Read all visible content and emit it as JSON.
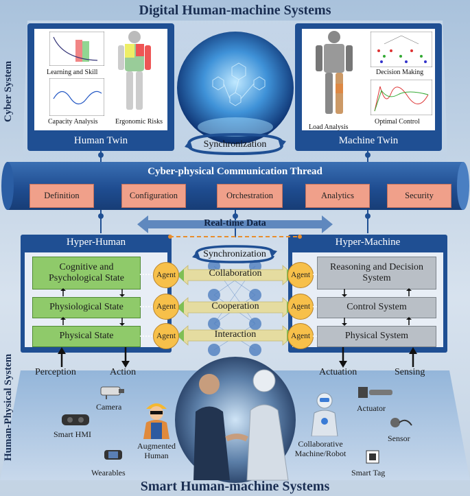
{
  "titles": {
    "top": "Digital Human-machine Systems",
    "bottom": "Smart Human-machine Systems",
    "cyber_system": "Cyber System",
    "human_physical_system": "Human-Physical System"
  },
  "human_twin": {
    "label": "Human Twin",
    "items": [
      "Learning and Skill",
      "Capacity Analysis",
      "Ergonomic Risks"
    ]
  },
  "machine_twin": {
    "label": "Machine Twin",
    "items": [
      "Load Analysis",
      "Decision Making",
      "Optimal Control"
    ]
  },
  "synchronization_top": "Synchronization",
  "thread": {
    "title": "Cyber-physical Communication Thread",
    "modules": [
      "Definition",
      "Configuration",
      "Orchestration",
      "Analytics",
      "Security"
    ]
  },
  "realtime": "Real-time Data",
  "hyper_human": {
    "title": "Hyper-Human",
    "states": [
      "Cognitive and Psychological State",
      "Physiological State",
      "Physical State"
    ]
  },
  "hyper_machine": {
    "title": "Hyper-Machine",
    "states": [
      "Reasoning and Decision System",
      "Control System",
      "Physical  System"
    ]
  },
  "agent_label": "Agent",
  "synchronization_mid": "Synchronization",
  "interactions": [
    "Collaboration",
    "Cooperation",
    "Interaction"
  ],
  "io": {
    "perception": "Perception",
    "action": "Action",
    "actuation": "Actuation",
    "sensing": "Sensing"
  },
  "devices": {
    "camera": "Camera",
    "smart_hmi": "Smart HMI",
    "augmented_human": "Augmented Human",
    "wearables": "Wearables",
    "actuator": "Actuator",
    "sensor": "Sensor",
    "robot": "Collaborative Machine/Robot",
    "smart_tag": "Smart Tag"
  },
  "colors": {
    "dark_blue": "#1f4f93",
    "green_state": "#8fca6a",
    "gray_state": "#b9bfc6",
    "agent": "#f7c04a",
    "module": "#f0a08a",
    "arrow_band": "#e3d9a0"
  }
}
